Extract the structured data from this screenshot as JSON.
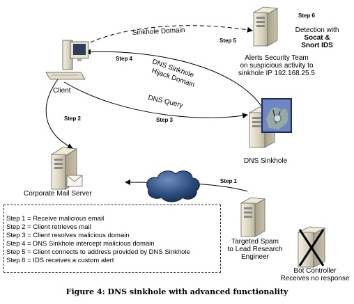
{
  "nodes": {
    "client": "Client",
    "detection_line1": "Detection with",
    "detection_line2": "Socat &",
    "detection_line3": "Snort IDS",
    "alerts_line1": "Alerts Security Team",
    "alerts_line2": "on suspicious activity to",
    "alerts_line3": "sinkhole IP 192.168.25.5",
    "dns_sinkhole": "DNS Sinkhole",
    "mail_server": "Corporate Mail Server",
    "spam_line1": "Targeted Spam",
    "spam_line2": "to Lead Research",
    "spam_line3": "Engineer",
    "bot_line1": "Bot Controller",
    "bot_line2": "Receives no response"
  },
  "steps": {
    "s1": "Step 1",
    "s2": "Step 2",
    "s3": "Step 3",
    "s4": "Step 4",
    "s5": "Step 5",
    "s6": "Step 6"
  },
  "arc_labels": {
    "sinkhole_domain": "Sinkhole Domain",
    "hijack_line1": "DNS Sinkhole",
    "hijack_line2": "Hijack Domain",
    "dns_query": "DNS Query"
  },
  "legend": [
    "Step 1 = Receive malicious email",
    "Step 2 = Client retrieves mail",
    "Step 3 = Client resolves malicious domain",
    "Step 4 = DNS Sinkhole intercept malicious domain",
    "Step 5 = Client connects to address provided by DNS Sinkhole",
    "Step 6 = IDS receives a custom alert"
  ],
  "caption": "Figure 4: DNS sinkhole with advanced functionality",
  "colors": {
    "server_body": "#d9d2bc",
    "cloud": "#1e3f6e",
    "arrow": "#000000"
  }
}
